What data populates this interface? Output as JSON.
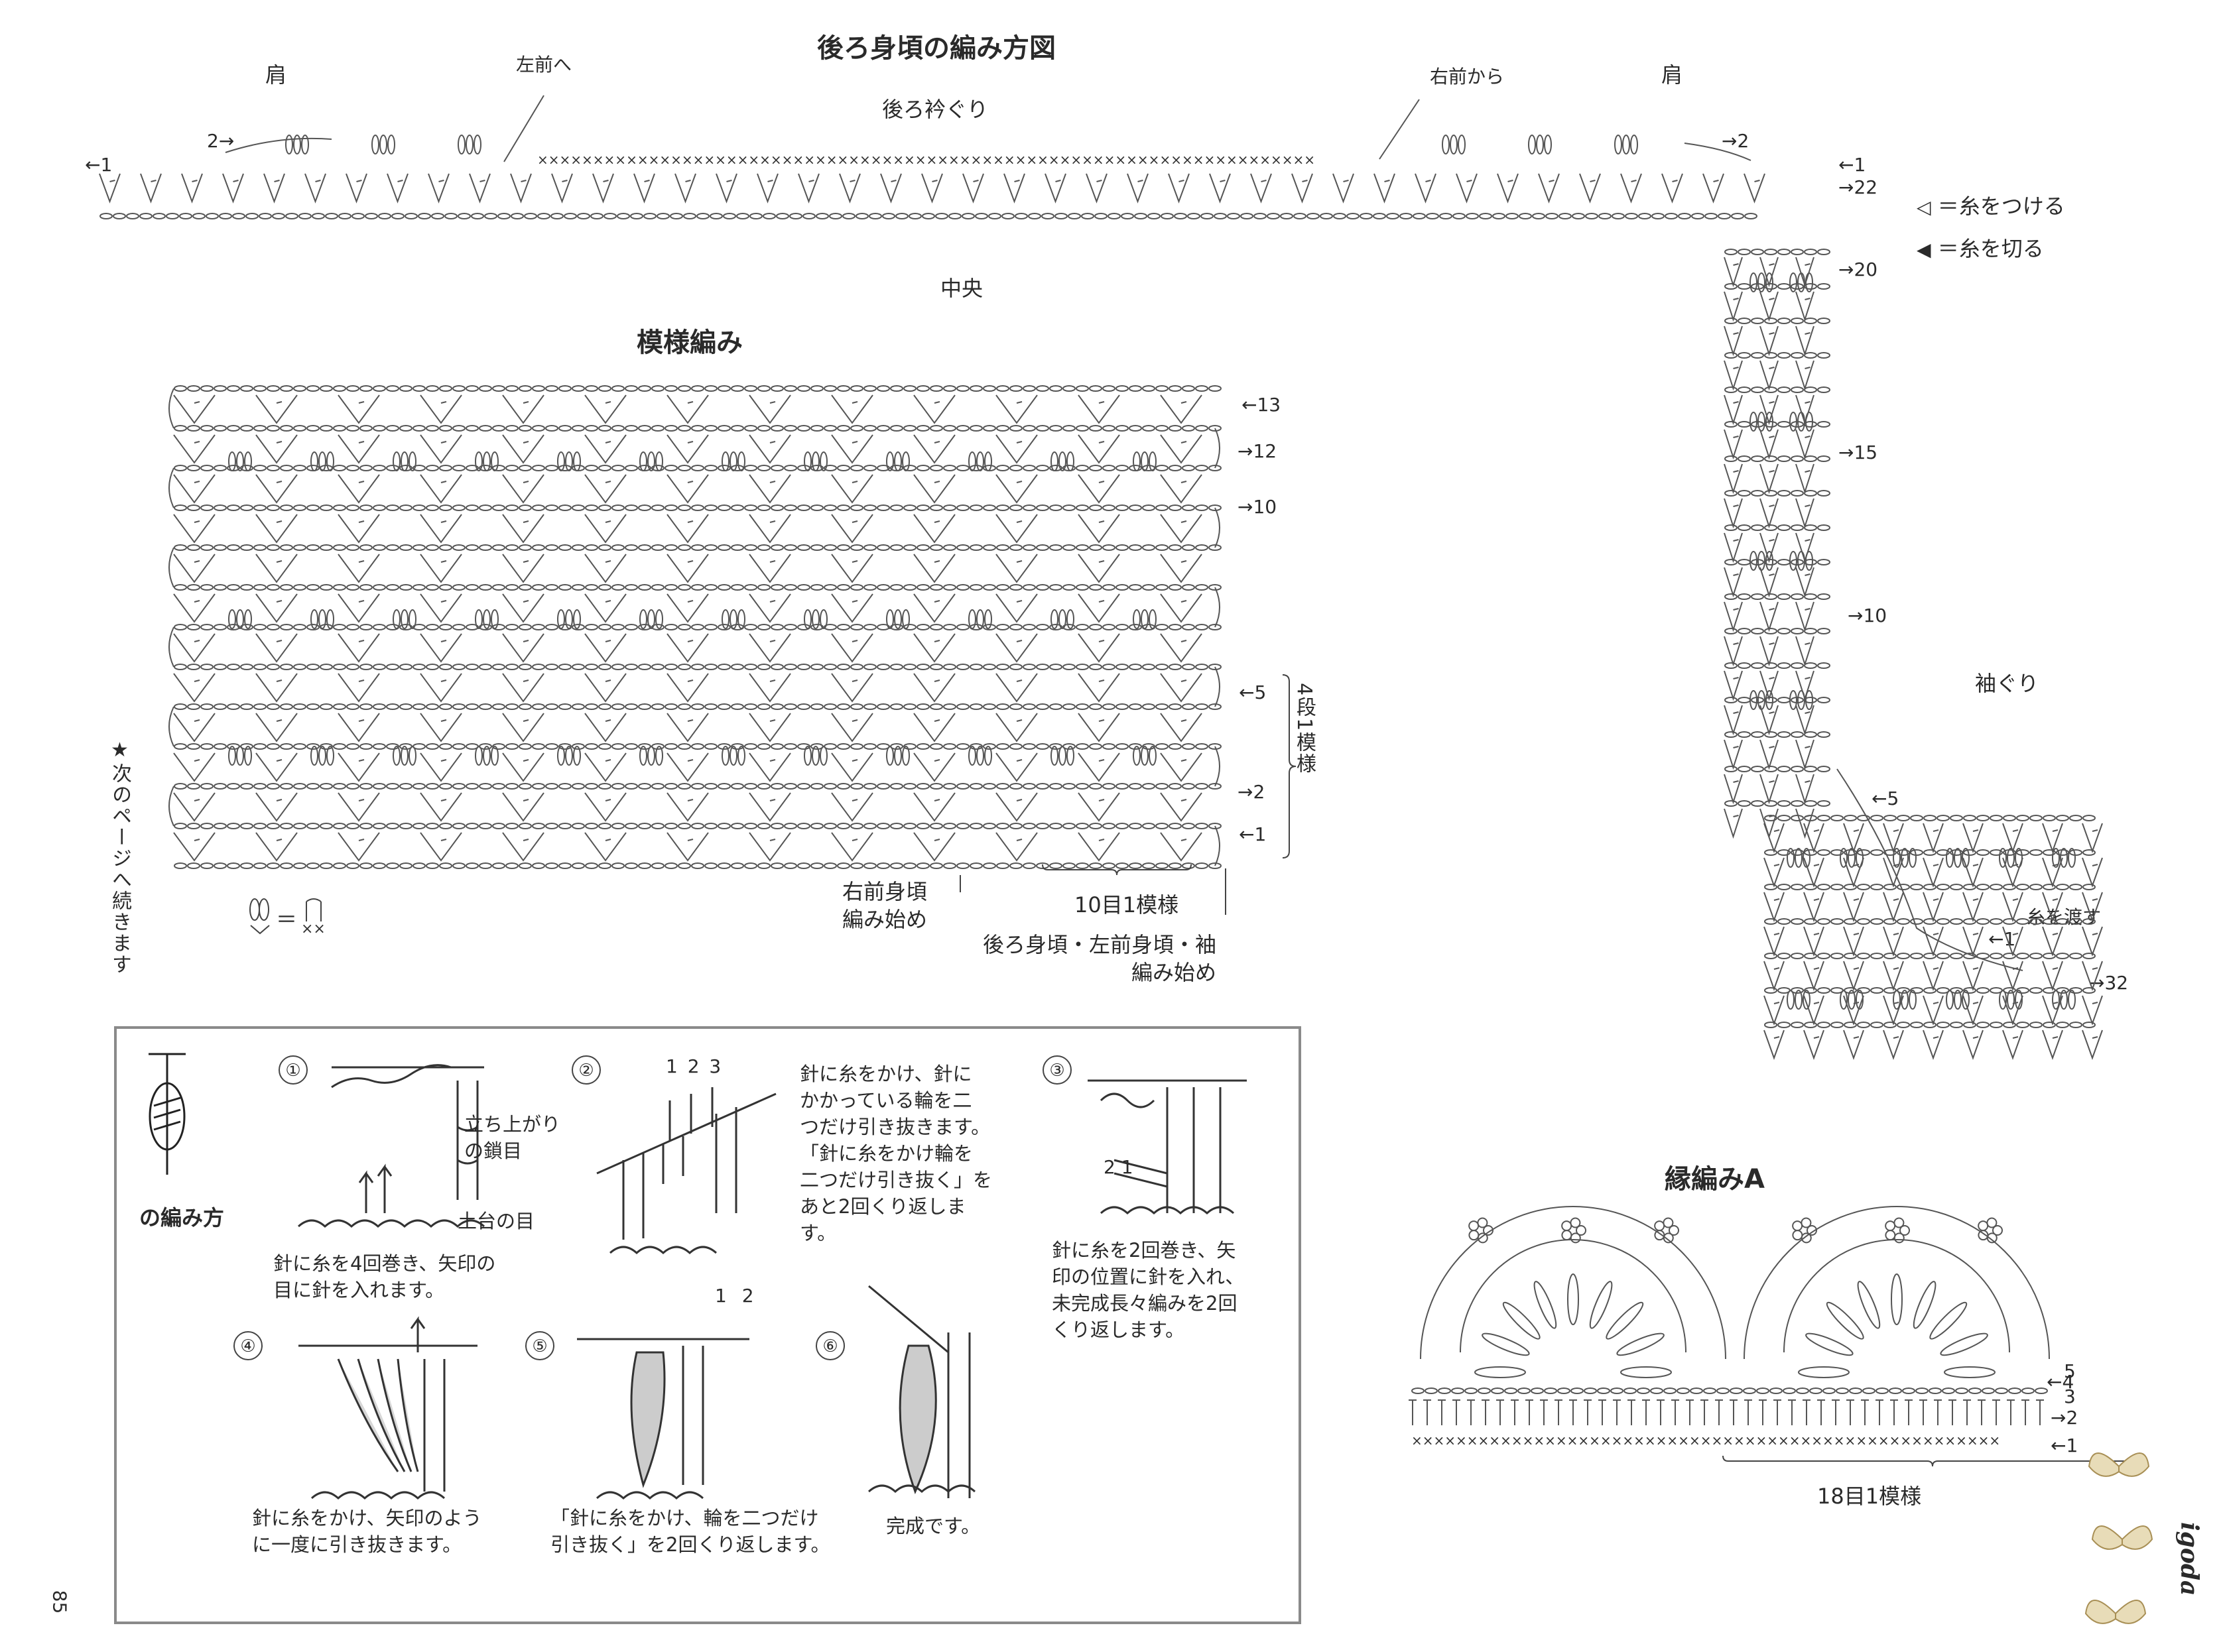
{
  "main_title": "後ろ身頃の編み方図",
  "top_chart": {
    "shoulder_left": "肩",
    "shoulder_right": "肩",
    "to_left_front": "左前へ",
    "from_right_front": "右前から",
    "neckline": "後ろ衿ぐり",
    "center": "中央",
    "armhole": "袖ぐり",
    "pass_yarn": "糸を渡す",
    "row_labels": [
      "←1",
      "2→",
      "→2",
      "←1",
      "→22",
      "→20",
      "→15",
      "→10",
      "←5",
      "←1",
      "→32"
    ]
  },
  "legend": {
    "attach_yarn": "＝糸をつける",
    "cut_yarn": "＝糸を切る"
  },
  "pattern": {
    "title": "模様編み",
    "row_labels": [
      "←13",
      "→12",
      "→10",
      "←5",
      "→2",
      "←1"
    ],
    "repeat_rows": "4段1模様",
    "repeat_stitches": "10目1模様",
    "start_right_front": "右前身頃\n編み始め",
    "start_back": "後ろ身頃・左前身頃・袖\n編み始め",
    "symbol_eq": "＝"
  },
  "side_note": "★次のページへ続きます",
  "page_number": "85",
  "edging": {
    "title": "縁編みA",
    "repeat": "18目1模様",
    "row_labels": [
      "5",
      "←4",
      "3",
      "→2",
      "←1"
    ]
  },
  "howto": {
    "title": "の編み方",
    "steps": [
      {
        "num": "①",
        "text": "針に糸を4回巻き、矢印の\n目に針を入れます。",
        "note1": "立ち上がり\nの鎖目",
        "note2": "土台の目"
      },
      {
        "num": "②",
        "text": "針に糸をかけ、針に\nかかっている輪を二\nつだけ引き抜きます。\n「針に糸をかけ輪を\n二つだけ引き抜く」を\nあと2回くり返しま\nす。",
        "arrows": "1 2 3"
      },
      {
        "num": "③",
        "text": "針に糸を2回巻き、矢\n印の位置に針を入れ、\n未完成長々編みを2回\nくり返します。",
        "arrows": "2 1"
      },
      {
        "num": "④",
        "text": "針に糸をかけ、矢印のよう\nに一度に引き抜きます。"
      },
      {
        "num": "⑤",
        "text": "「針に糸をかけ、輪を二つだけ\n引き抜く」を2回くり返します。",
        "arrows": "1 2"
      },
      {
        "num": "⑥",
        "text": "完成です。"
      }
    ]
  },
  "watermark": "igoda",
  "colors": {
    "ink": "#2a2a2a",
    "border": "#8a8a8a",
    "step_fill": "#9a9a9a"
  }
}
